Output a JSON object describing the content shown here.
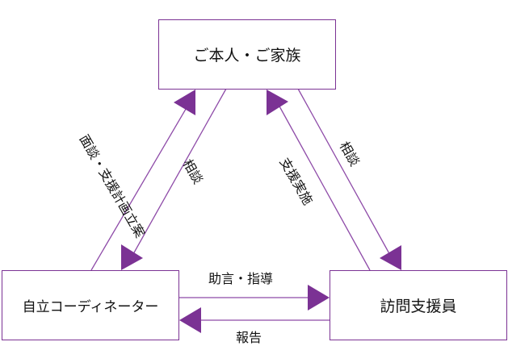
{
  "nodes": {
    "person": "ご本人・ご家族",
    "coordinator": "自立コーディネーター",
    "visitor": "訪問支援員"
  },
  "edges": {
    "interview_plan": "面談・支援計画立案",
    "consult_left": "相談",
    "support_impl": "支援実施",
    "consult_right": "相談",
    "advice": "助言・指導",
    "report": "報告"
  },
  "colors": {
    "accent": "#7b3294",
    "line": "#8e4ba8"
  }
}
